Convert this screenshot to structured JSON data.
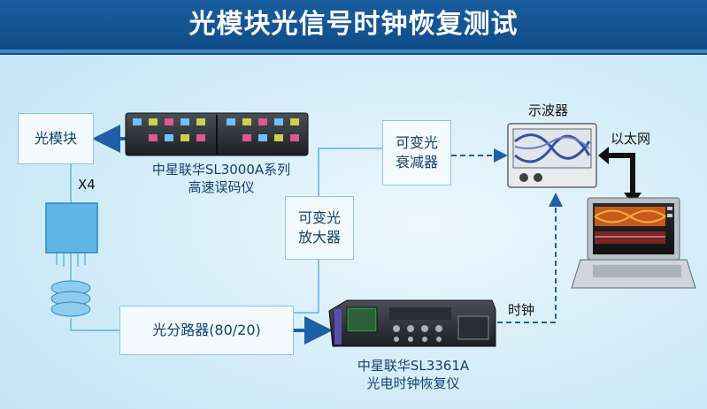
{
  "title": "光模块光信号时钟恢复测试",
  "nodes": {
    "optical_module": "光模块",
    "variable_attenuator": "可变光\n衰减器",
    "variable_amplifier": "可变光\n放大器",
    "splitter": "光分路器(80/20)",
    "oscilloscope": "示波器",
    "ethernet": "以太网"
  },
  "devices": {
    "ber_tester": "中星联华SL3000A系列\n高速误码仪",
    "clock_recovery": "中星联华SL3361A\n光电时钟恢复仪"
  },
  "labels": {
    "x4": "X4",
    "clock": "时钟"
  },
  "colors": {
    "header": "#1a5e9e",
    "arrow": "#1f5fa8",
    "fiber": "#7cc3e8"
  }
}
